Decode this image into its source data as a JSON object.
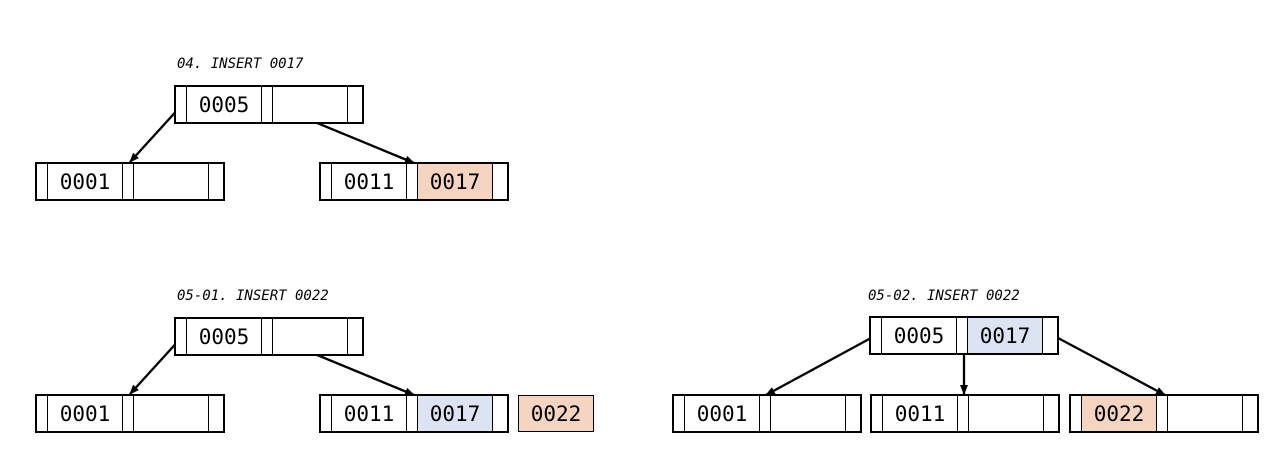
{
  "colors": {
    "new_key": "#f5d5bf",
    "promoted_key": "#dce3f2",
    "border": "#000000"
  },
  "step04": {
    "caption": "04. INSERT 0017",
    "root": [
      "0005",
      ""
    ],
    "left_leaf": [
      "0001",
      ""
    ],
    "right_leaf": [
      "0011",
      "0017"
    ]
  },
  "step05_01": {
    "caption": "05-01. INSERT 0022",
    "root": [
      "0005",
      ""
    ],
    "left_leaf": [
      "0001",
      ""
    ],
    "right_leaf": [
      "0011",
      "0017"
    ],
    "overflow_key": "0022"
  },
  "step05_02": {
    "caption": "05-02. INSERT 0022",
    "root": [
      "0005",
      "0017"
    ],
    "leaf1": [
      "0001",
      ""
    ],
    "leaf2": [
      "0011",
      ""
    ],
    "leaf3": [
      "0022",
      ""
    ]
  }
}
